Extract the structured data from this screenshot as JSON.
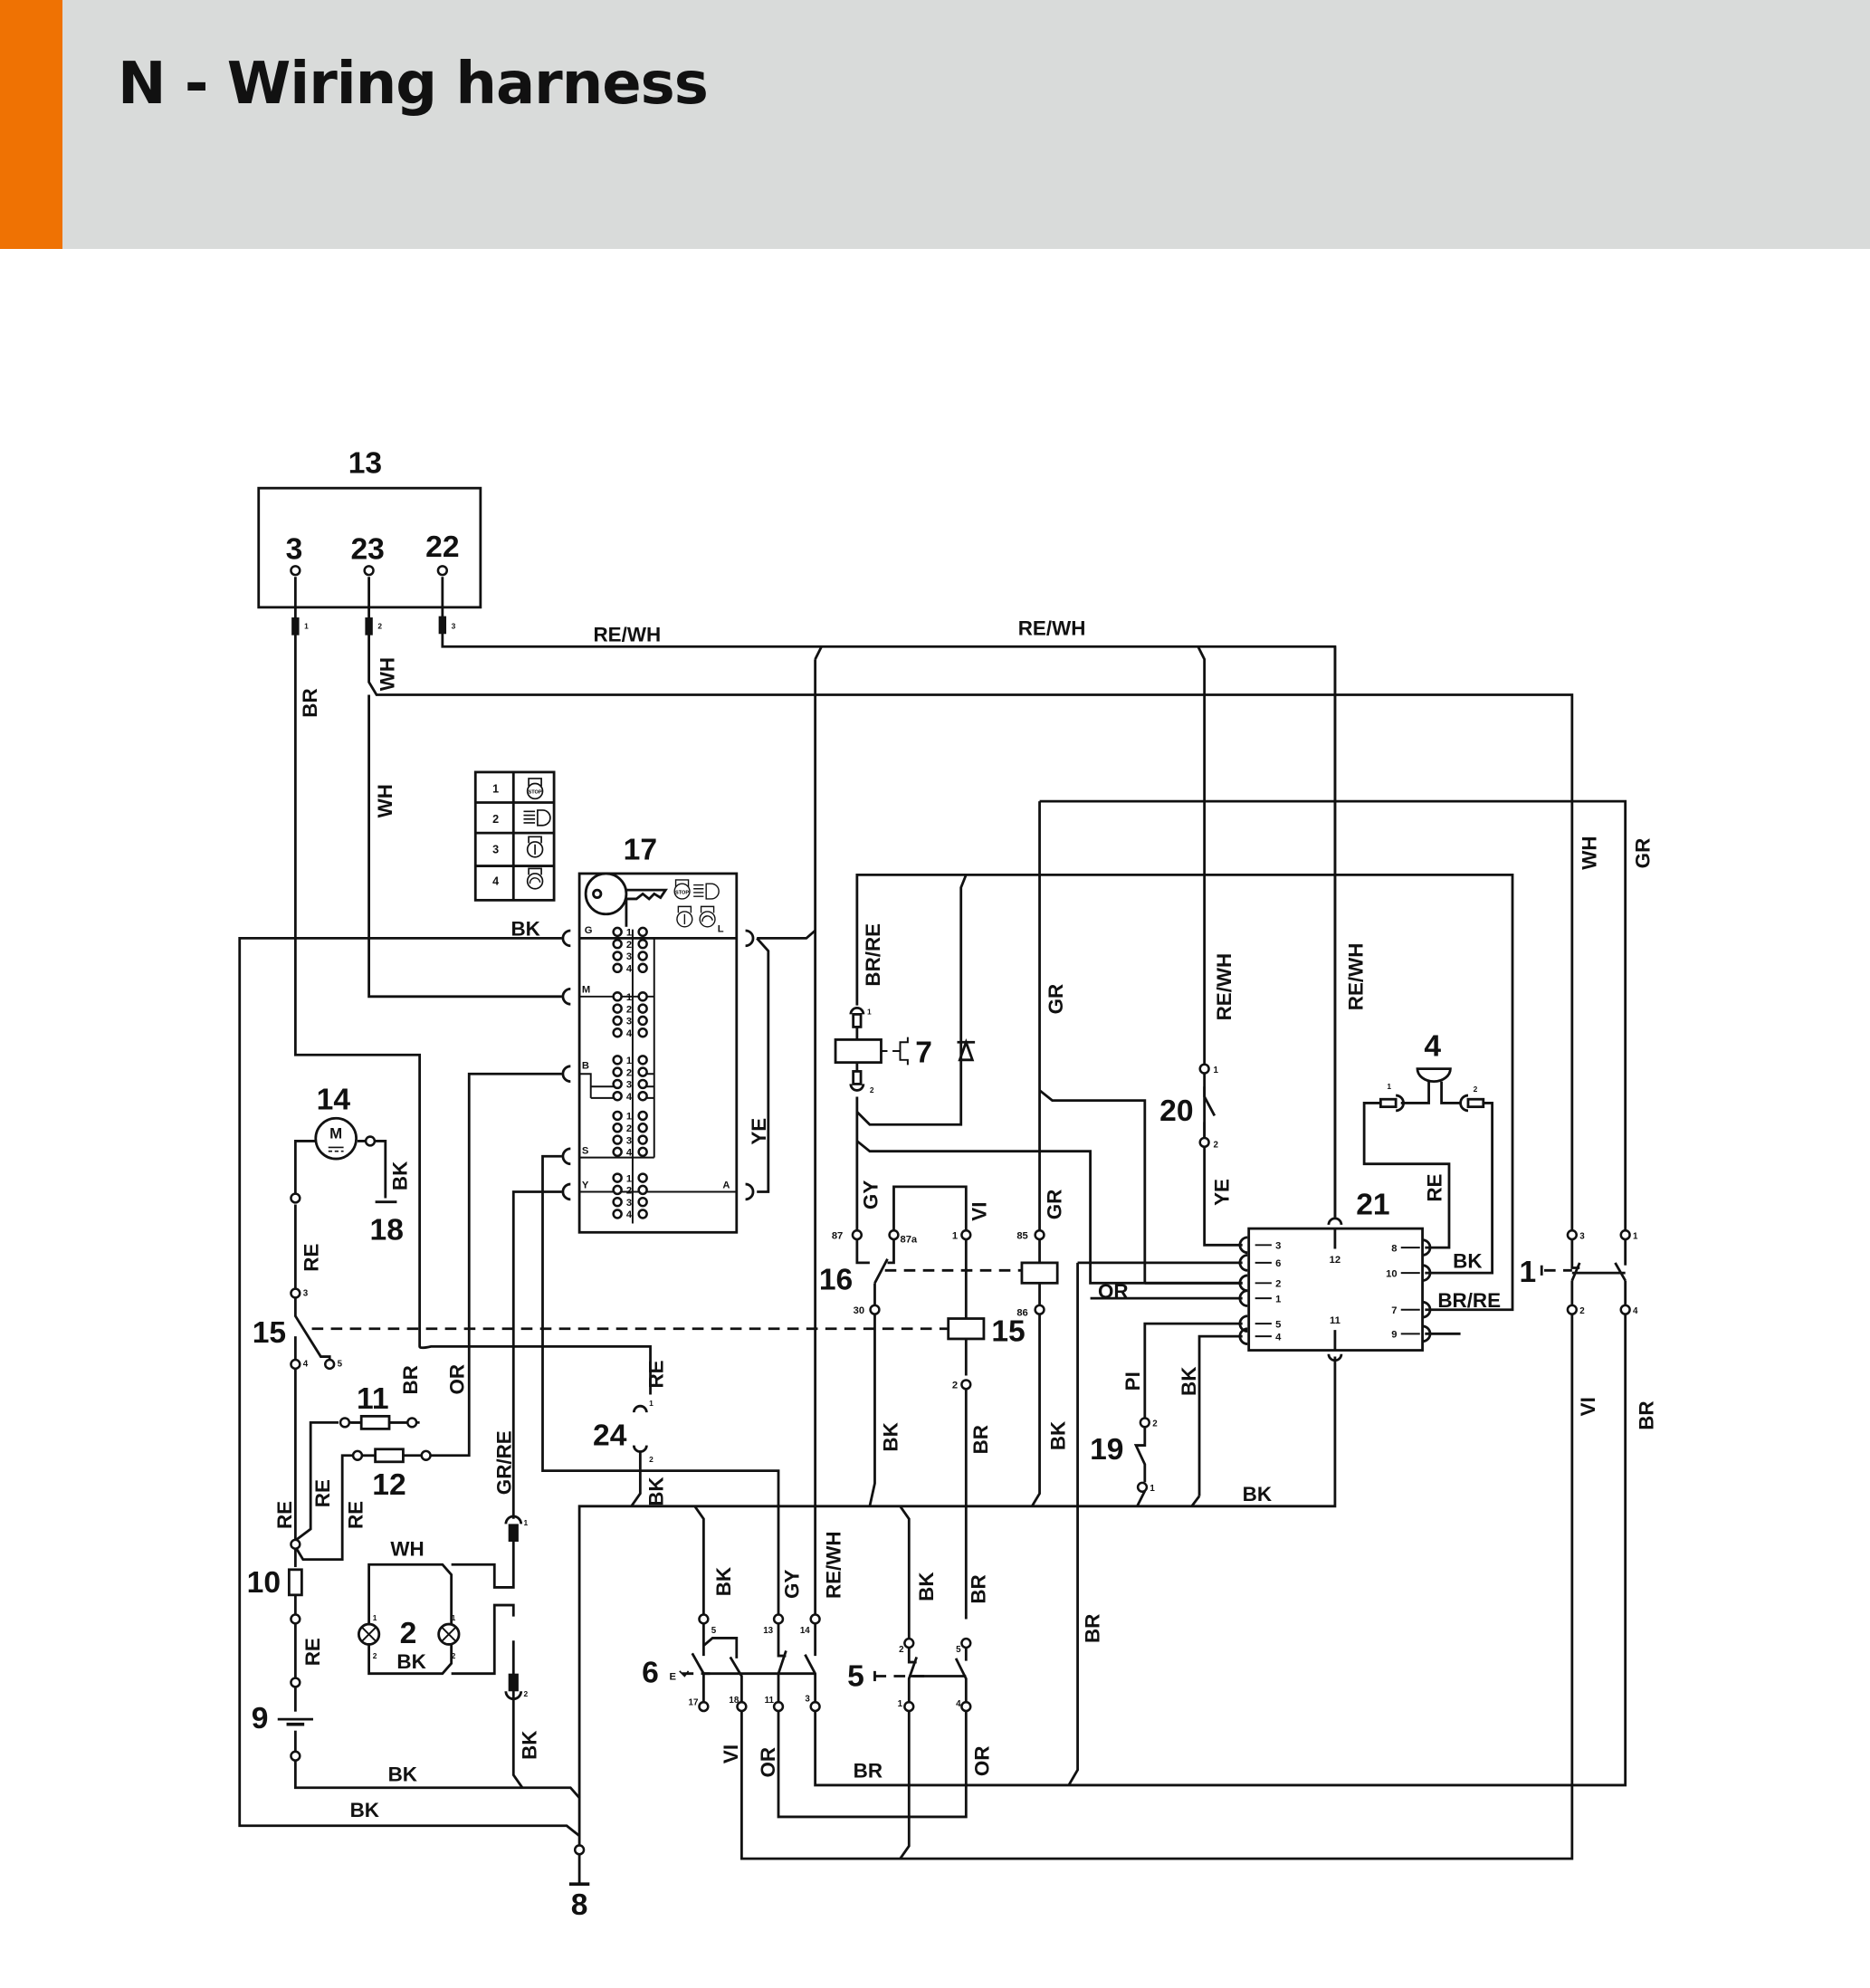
{
  "header": {
    "title": "N - Wiring harness",
    "accent_color": "#ef7203",
    "band_color": "#d9dbda"
  },
  "components": {
    "c1": "1",
    "c2": "2",
    "c4": "4",
    "c5": "5",
    "c6": "6",
    "c7": "7",
    "c8": "8",
    "c9": "9",
    "c10": "10",
    "c11": "11",
    "c12": "12",
    "c13": "13",
    "c14": "14",
    "c15a": "15",
    "c15b": "15",
    "c16": "16",
    "c17": "17",
    "c18": "18",
    "c19": "19",
    "c20": "20",
    "c21": "21",
    "c24": "24"
  },
  "module13": {
    "terminals": [
      "3",
      "23",
      "22"
    ],
    "connector_pins": [
      "1",
      "2",
      "3"
    ]
  },
  "legend": {
    "rows": [
      {
        "num": "1",
        "icon": "stop-icon",
        "text": "STOP"
      },
      {
        "num": "2",
        "icon": "headlight-icon"
      },
      {
        "num": "3",
        "icon": "ignition-on-icon"
      },
      {
        "num": "4",
        "icon": "start-icon"
      }
    ]
  },
  "switch17": {
    "ports_left": [
      "G",
      "M",
      "B",
      "S",
      "Y"
    ],
    "ports_right": [
      "L",
      "A"
    ],
    "positions": [
      "1",
      "2",
      "3",
      "4"
    ],
    "stop_text": "STOP"
  },
  "module21": {
    "left_pins": [
      "3",
      "6",
      "2",
      "1",
      "5",
      "4"
    ],
    "right_pins": [
      "8",
      "10",
      "7",
      "9"
    ],
    "top_pin": "12",
    "bottom_pin": "11"
  },
  "relay16": {
    "pins": [
      "87",
      "87a",
      "30",
      "85",
      "86"
    ]
  },
  "relay15": {
    "pins": [
      "1",
      "2"
    ],
    "switch_pins": [
      "3",
      "4",
      "5"
    ]
  },
  "switch6": {
    "pins": [
      "5",
      "17",
      "18",
      "13",
      "11",
      "14",
      "3"
    ],
    "actuator": "E"
  },
  "switch5": {
    "pins": [
      "2",
      "1",
      "5",
      "4"
    ]
  },
  "switch1": {
    "pins": [
      "3",
      "2",
      "1",
      "4"
    ]
  },
  "misc_pins": {
    "p1": "1",
    "p2": "2"
  },
  "wires": {
    "re_wh_1": "RE/WH",
    "re_wh_2": "RE/WH",
    "wh_1": "WH",
    "wh_2": "WH",
    "br_1": "BR",
    "bk_g": "BK",
    "ye_17": "YE",
    "br_re_7": "BR/RE",
    "gr_1": "GR",
    "re_wh_20": "RE/WH",
    "re_wh_21": "RE/WH",
    "wh_r": "WH",
    "gr_r": "GR",
    "bk_14": "BK",
    "re_15": "RE",
    "br_mid": "BR",
    "or_mid": "OR",
    "re_a": "RE",
    "re_b": "RE",
    "re_c": "RE",
    "gr_re": "GR/RE",
    "wh_lamp": "WH",
    "bk_lamp": "BK",
    "re_batt": "RE",
    "bk_batt": "BK",
    "bk_gnd": "BK",
    "bk_conn": "BK",
    "re_24": "RE",
    "bk_24": "BK",
    "gy_16": "GY",
    "vi_16": "VI",
    "gr_16": "GR",
    "ye_20": "YE",
    "or_21": "OR",
    "re_4": "RE",
    "bk_4": "BK",
    "br_re_21": "BR/RE",
    "pi_19": "PI",
    "bk_19": "BK",
    "bk_bus": "BK",
    "bk_30": "BK",
    "br_15": "BR",
    "bk_86": "BK",
    "bk_6": "BK",
    "gy_6": "GY",
    "re_wh_6": "RE/WH",
    "bk_5": "BK",
    "br_5": "BR",
    "vi_6": "VI",
    "or_6": "OR",
    "br_bot": "BR",
    "or_5": "OR",
    "br_long": "BR",
    "vi_1": "VI",
    "br_1r": "BR"
  }
}
